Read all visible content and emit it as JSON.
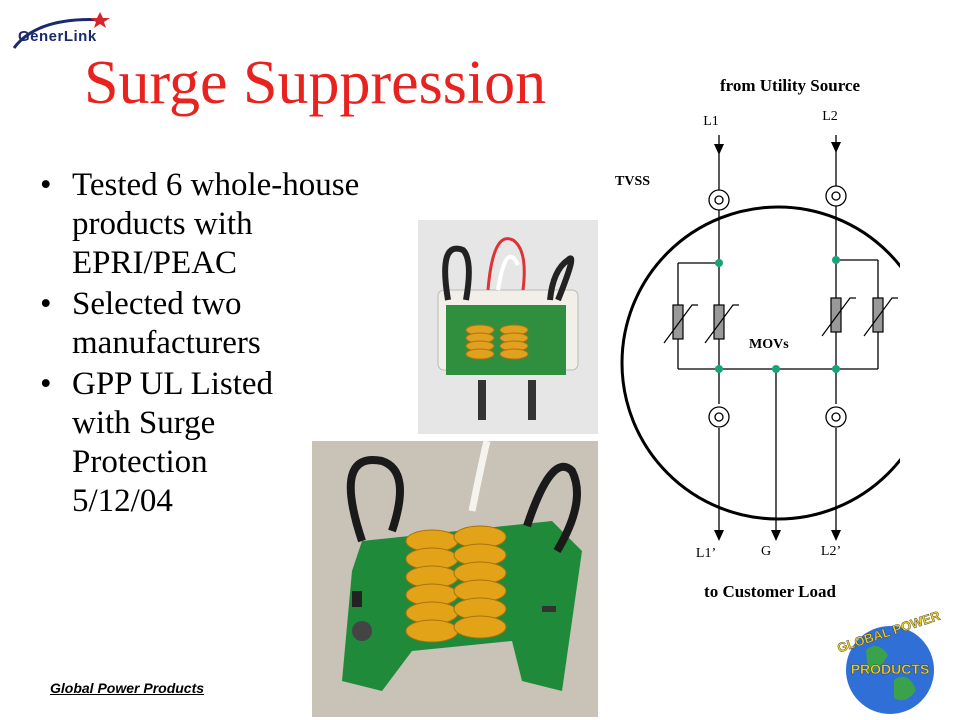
{
  "brand": {
    "logo_text": "GenerLink"
  },
  "slide": {
    "title": "Surge Suppression",
    "bullets": [
      "Tested 6 whole-house products  with EPRI/PEAC",
      "Selected two manufacturers",
      "GPP UL Listed with Surge Protection 5/12/04"
    ],
    "footer": "Global Power Products"
  },
  "diagram": {
    "top_caption": "from Utility Source",
    "bottom_caption": "to Customer Load",
    "tvss_label": "TVSS",
    "movs_label": "MOVs",
    "in_terminals": [
      "L1",
      "L2"
    ],
    "out_terminals": [
      "L1’",
      "G",
      "L2’"
    ]
  },
  "globe_logo": {
    "line1": "GLOBAL POWER",
    "line2": "PRODUCTS"
  },
  "colors": {
    "title": "#e8231f",
    "node": "#1aa37a",
    "pcb": "#1f8a3a",
    "mov": "#e8a317",
    "brand_star": "#d9232d"
  }
}
